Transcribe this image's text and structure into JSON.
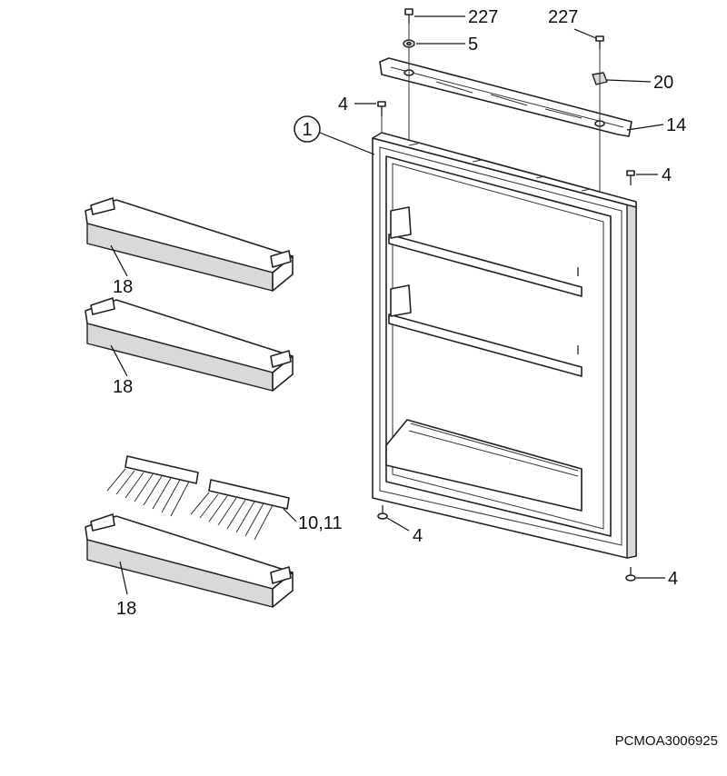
{
  "labels": {
    "screw_top_left": "227",
    "screw_top_right": "227",
    "washer": "5",
    "bracket_clip": "20",
    "hinge_screw_top_left": "4",
    "top_hinge_bar": "14",
    "door_callout": "1",
    "hinge_screw_top_right": "4",
    "shelf_top": "18",
    "shelf_middle": "18",
    "egg_racks": "10,11",
    "shelf_bottom": "18",
    "hinge_screw_bottom_left": "4",
    "hinge_screw_bottom_right": "4"
  },
  "drawing_code": "PCMOA3006925"
}
